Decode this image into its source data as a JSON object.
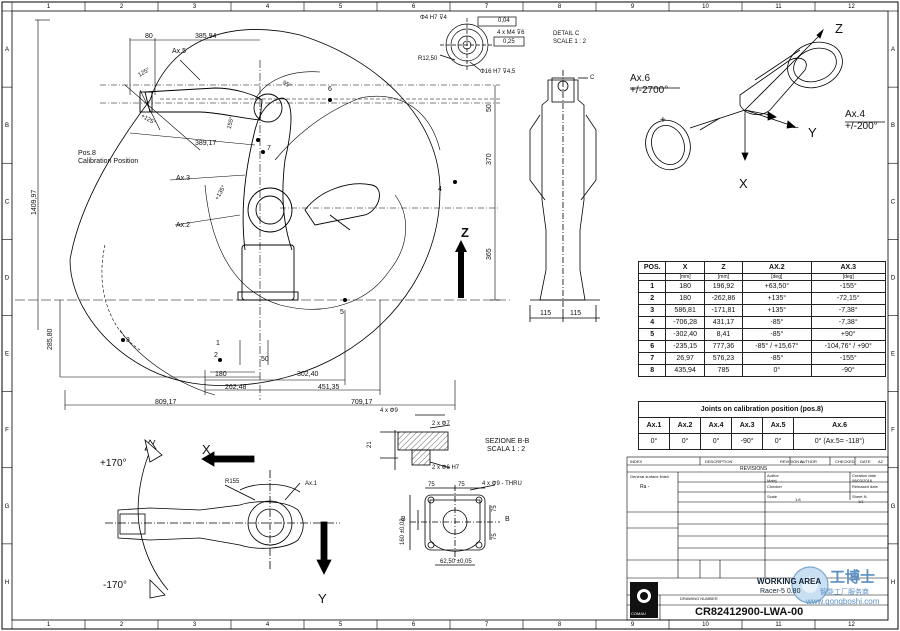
{
  "sheet": {
    "grid_top": [
      "1",
      "2",
      "3",
      "4",
      "5",
      "6",
      "7",
      "8",
      "9",
      "10",
      "11",
      "12"
    ],
    "grid_side": [
      "A",
      "B",
      "C",
      "D",
      "E",
      "F",
      "G",
      "H"
    ],
    "sheet_size": "A2"
  },
  "side_view": {
    "dims": {
      "d80": "80",
      "d38594": "385,94",
      "d38917": "389,17",
      "d140997": "1409,97",
      "d50": "50",
      "d370": "370",
      "d365": "365",
      "d28580": "285,80",
      "d180": "180",
      "d30240": "302,40",
      "d50b": "50",
      "d26248": "262,48",
      "d45135": "451,35",
      "d80917": "809,17",
      "d70917": "709,17"
    },
    "angles": {
      "a125": "125°",
      "a125b": "+125°",
      "a155": "155°",
      "a135": "+135°",
      "a95": "95°"
    },
    "labels": {
      "ax5": "Ax.5",
      "ax3": "Ax.3",
      "ax2": "Ax.2",
      "pos8": "Pos.8",
      "cal_pos": "Calibration Position",
      "z": "Z"
    },
    "points": [
      "1",
      "2",
      "3",
      "4",
      "5",
      "6",
      "7"
    ]
  },
  "detail_c": {
    "title": "DETAIL C",
    "scale": "SCALE 1 : 2",
    "d1": "Φ4 H7 ⊽4",
    "d2": "0,04",
    "d3": "4 x M4 ⊽6",
    "d4": "0,25",
    "d5": "R12,50",
    "d6": "Φ16 H7 ⊽4,5",
    "c": "C"
  },
  "front_view": {
    "d115a": "115",
    "d115b": "115"
  },
  "axes_iso": {
    "ax6": "Ax.6",
    "ax6_range": "+/-2700°",
    "ax4": "Ax.4",
    "ax4_range": "+/-200°",
    "plus": "+",
    "minus": "−",
    "x": "X",
    "y": "Y",
    "z": "Z"
  },
  "pos_table": {
    "headers": [
      "POS.",
      "X",
      "Z",
      "AX.2",
      "AX.3"
    ],
    "units": [
      "",
      "[mm]",
      "[mm]",
      "[deg]",
      "[deg]"
    ],
    "rows": [
      [
        "1",
        "180",
        "196,92",
        "+63,50°",
        "-155°"
      ],
      [
        "2",
        "180",
        "-262,86",
        "+135°",
        "-72,15°"
      ],
      [
        "3",
        "586,81",
        "-171,81",
        "+135°",
        "-7,38°"
      ],
      [
        "4",
        "-706,28",
        "431,17",
        "-85°",
        "-7,38°"
      ],
      [
        "5",
        "-302,40",
        "8,41",
        "-85°",
        "+90°"
      ],
      [
        "6",
        "-235,15",
        "777,36",
        "-85° / +15,67°",
        "-104,76° / +90°"
      ],
      [
        "7",
        "26,97",
        "576,23",
        "-85°",
        "-155°"
      ],
      [
        "8",
        "435,94",
        "785",
        "0°",
        "-90°"
      ]
    ]
  },
  "cal_table": {
    "title": "Joints on calibration position (pos.8)",
    "headers": [
      "Ax.1",
      "Ax.2",
      "Ax.4",
      "Ax.3",
      "Ax.5",
      "Ax.6"
    ],
    "values": [
      "0°",
      "0°",
      "0°",
      "-90°",
      "0°",
      "0° (Ax.5= -118°)"
    ]
  },
  "section_bb": {
    "title": "SEZIONE B-B",
    "scale": "SCALA 1 : 2",
    "d1": "4 x Φ9",
    "d2": "2 x Φ7",
    "d3": "21",
    "d4": "2 x Φ6 H7"
  },
  "top_view": {
    "plus170": "+170°",
    "minus170": "-170°",
    "x": "X",
    "y": "Y",
    "r155": "R155",
    "ax1": "Ax.1"
  },
  "base_view": {
    "d75a": "75",
    "d75b": "75",
    "d4xthru": "4 x Φ9 - THRU",
    "d160": "160 ±0,02",
    "d75c": "75",
    "d75d": "75",
    "d6250": "62,50 ±0,05",
    "b1": "B",
    "b2": "B"
  },
  "title_block": {
    "revisions": "REVISIONS",
    "rev_headers": [
      "INDEX",
      "DESCRIPTION",
      "REVISION N.",
      "AUTHOR",
      "CHECKED",
      "DATE"
    ],
    "author_label": "Author",
    "author": "Malej",
    "creation_date_label": "Creation date",
    "creation_date": "08/03/2016",
    "checker_label": "Checker",
    "released_label": "Released date",
    "scale_label": "Scale",
    "scale": "1:8",
    "sheet_label": "Sheet N.",
    "sheet": "1/1",
    "general_finish": "General surface finish",
    "ra": "Ra -",
    "drawing_number_label": "DRAWING NUMBER",
    "drawing_number": "CR82412900-LWA-00",
    "brand": "COMAU",
    "working_area_1": "WORKING AREA",
    "working_area_2": "Racer-5 0.80",
    "logo_cn": "工博士",
    "logo_sub": "智能工厂服务商",
    "logo_url": "www.gongboshi.com"
  }
}
